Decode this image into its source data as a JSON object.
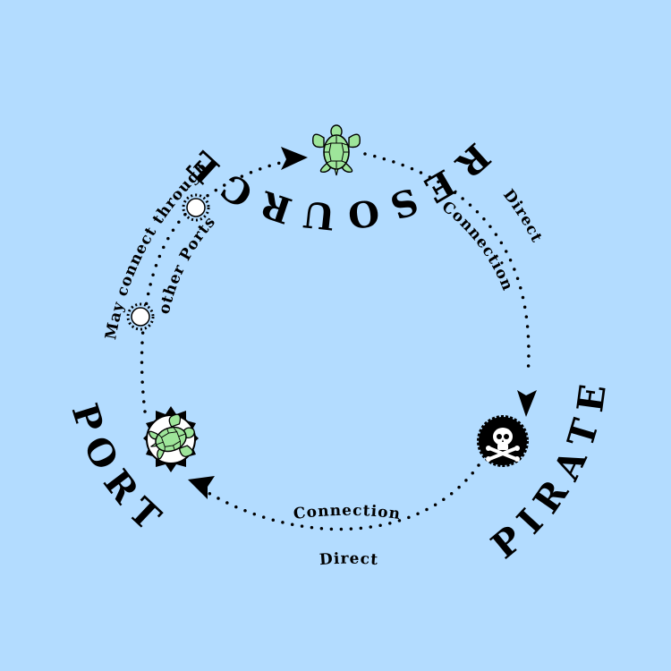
{
  "colors": {
    "background": "#b3dcff",
    "turtle": "#9ee59a",
    "ink": "#000000",
    "port_fill": "#ffffff"
  },
  "nodes": {
    "resource": {
      "label": "RESOURCE",
      "icon": "sea-turtle-icon"
    },
    "pirate": {
      "label": "PIRATE",
      "icon": "skull-and-crossbones-icon"
    },
    "port": {
      "label": "PORT",
      "icon": "sea-turtle-in-sun-icon"
    }
  },
  "edges": {
    "resource_to_pirate": {
      "line1": "Direct",
      "line2": "Connection"
    },
    "pirate_to_port": {
      "line1": "Connection",
      "line2": "Direct"
    },
    "port_to_resource": {
      "line1": "May connect through",
      "line2": "other Ports"
    }
  }
}
